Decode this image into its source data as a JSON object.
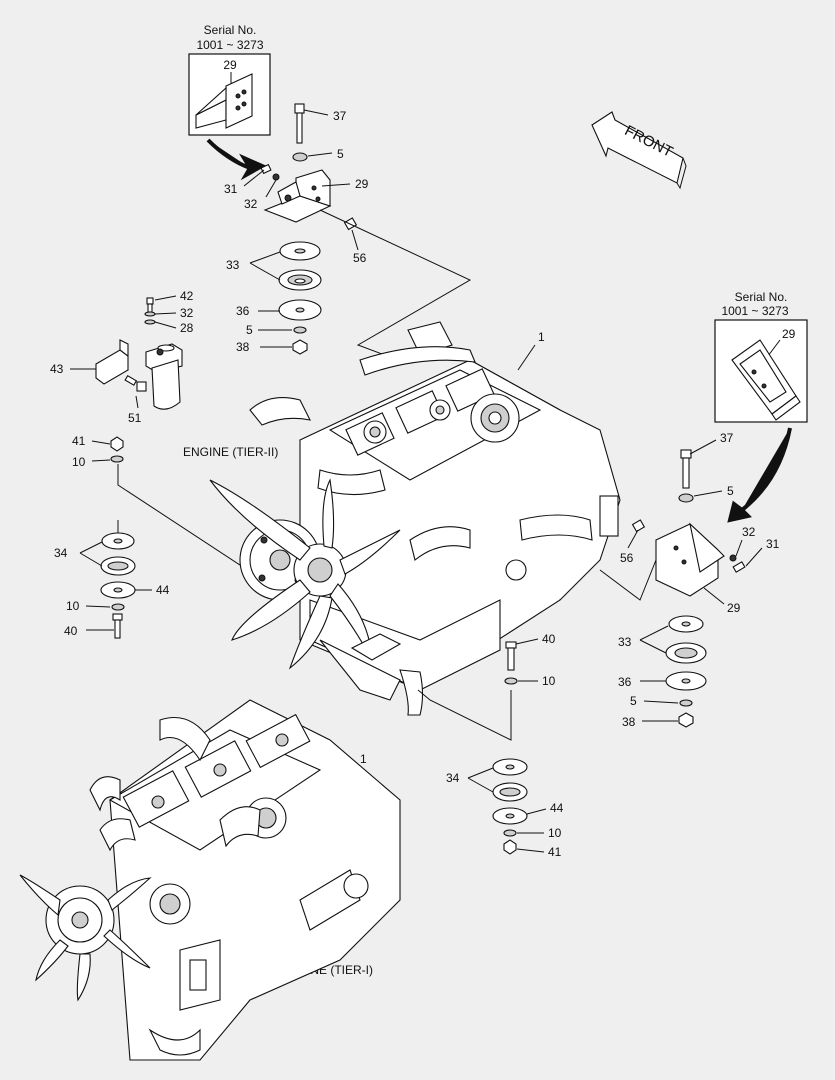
{
  "serial_boxes": [
    {
      "title": "Serial No.",
      "range": "1001 ~ 3273",
      "part": "29"
    },
    {
      "title": "Serial No.",
      "range": "1001 ~ 3273",
      "part": "29"
    }
  ],
  "front_label": "FRONT",
  "engine_labels": {
    "tier2": "ENGINE (TIER-II)",
    "tier1": "ENGINE (TIER-I)"
  },
  "callouts": {
    "top_bracket": [
      "37",
      "5",
      "29",
      "31",
      "32",
      "56",
      "33",
      "36",
      "5",
      "38"
    ],
    "filter": [
      "42",
      "32",
      "28",
      "43",
      "51"
    ],
    "left_mount": [
      "41",
      "10",
      "34",
      "44",
      "10",
      "40"
    ],
    "right_mount": [
      "37",
      "5",
      "56",
      "32",
      "31",
      "29",
      "33",
      "36",
      "5",
      "38"
    ],
    "bottom_mount": [
      "40",
      "10",
      "34",
      "44",
      "10",
      "41"
    ],
    "engine_ref": [
      "1",
      "1"
    ]
  }
}
